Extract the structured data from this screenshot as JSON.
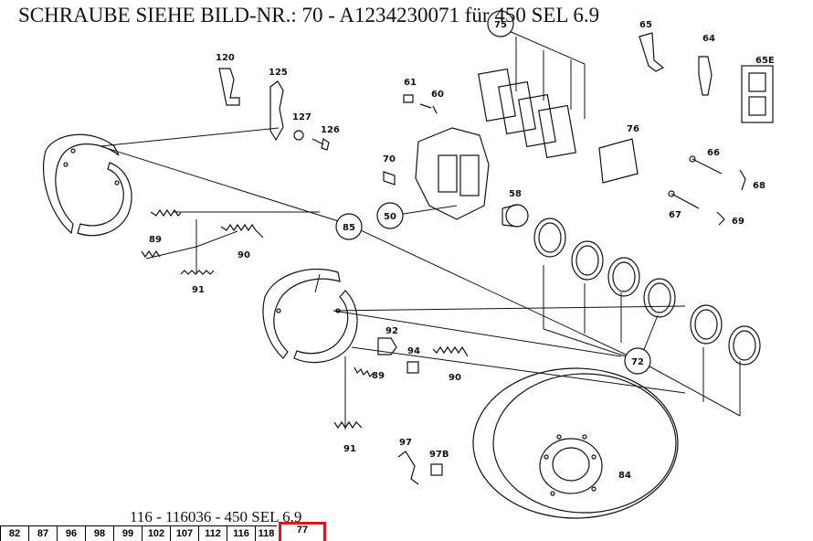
{
  "header": {
    "title": "SCHRAUBE SIEHE BILD-NR.: 70 - A1234230071 für 450 SEL 6.9"
  },
  "footer": {
    "model_line": "116 - 116036 - 450 SEL 6.9"
  },
  "pagination": {
    "pages": [
      "82",
      "87",
      "96",
      "98",
      "99",
      "102",
      "107",
      "112",
      "116",
      "118",
      "77"
    ],
    "active_page": "77",
    "active_color": "#e0121b"
  },
  "diagram": {
    "callouts": {
      "c50": "50",
      "c72": "72",
      "c75": "75",
      "c85": "85"
    },
    "labels": {
      "l120": "120",
      "l125": "125",
      "l127": "127",
      "l126": "126",
      "l61": "61",
      "l60": "60",
      "l70": "70",
      "l58": "58",
      "l76": "76",
      "l65": "65",
      "l64": "64",
      "l65e": "65E",
      "l66": "66",
      "l68": "68",
      "l67": "67",
      "l69": "69",
      "l89a": "89",
      "l90a": "90",
      "l91a": "91",
      "l92": "92",
      "l94": "94",
      "l89b": "89",
      "l90b": "90",
      "l91b": "91",
      "l97": "97",
      "l97b": "97B",
      "l84": "84"
    }
  }
}
